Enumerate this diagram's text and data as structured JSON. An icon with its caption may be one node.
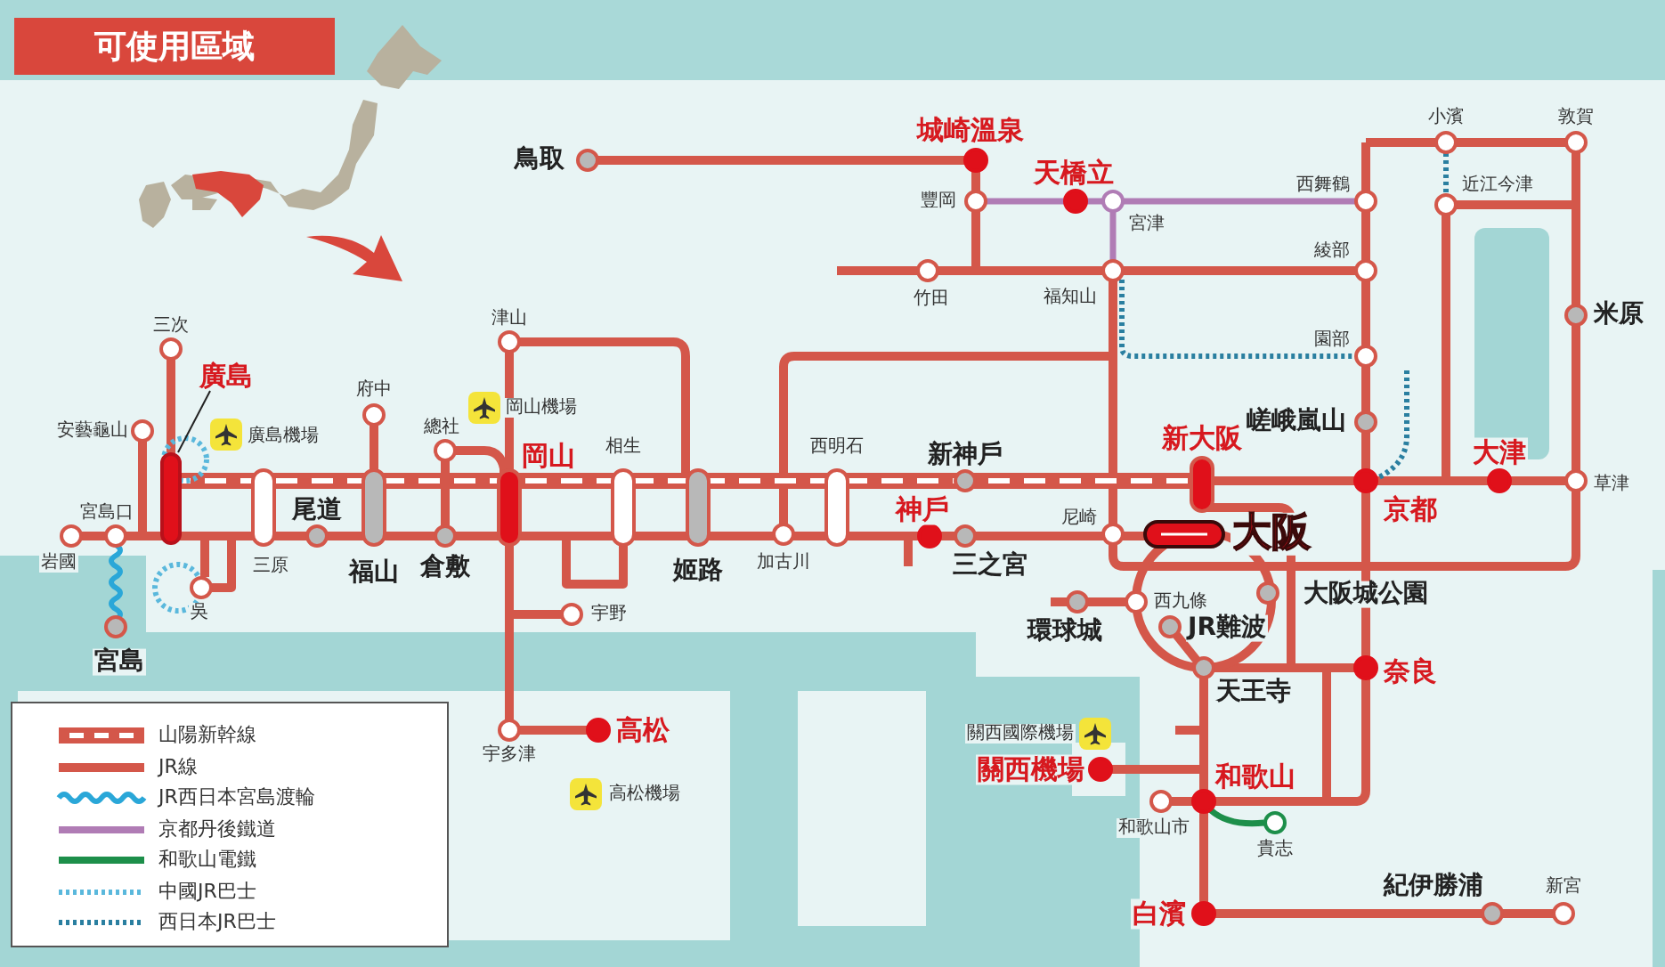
{
  "diagram": {
    "title": "可使用區域",
    "nodes": [
      {
        "text": [
          "廣島"
        ]
      },
      {
        "text": [],
        "shape": "bar"
      }
    ],
    "edges": [
      {
        "from": 0,
        "to": 1,
        "arrow": "none"
      }
    ],
    "labels": [
      "鳥取",
      "城崎溫泉",
      "豐岡",
      "天橋立",
      "宮津",
      "竹田",
      "福知山",
      "小濱",
      "敦賀",
      "西舞鶴",
      "近江今津",
      "綾部",
      "三次",
      "津山",
      "園部",
      "米原",
      "安藝龜山",
      "廣島機場",
      "府中",
      "總社",
      "岡山機場",
      "嵯峨嵐山",
      "岡山",
      "相生",
      "西明石",
      "新神戶",
      "新大阪",
      "大津",
      "宮島口",
      "尾道",
      "神戶",
      "尼崎",
      "大阪",
      "京都",
      "草津",
      "岩國",
      "三原",
      "福山",
      "倉敷",
      "姬路",
      "加古川",
      "三之宮",
      "吳",
      "宇野",
      "環球城",
      "西九條",
      "JR難波",
      "大阪城公園",
      "宮島",
      "天王寺",
      "奈良",
      "宇多津",
      "高松",
      "關西國際機場",
      "關西機場",
      "和歌山",
      "高松機場",
      "和歌山市",
      "貴志",
      "紀伊勝浦",
      "新宮",
      "白濱"
    ],
    "legend": [
      {
        "text": "山陽新幹線"
      },
      {
        "text": "JR線"
      },
      {
        "text": "JR西日本宮島渡輪"
      },
      {
        "text": "京都丹後鐵道"
      },
      {
        "text": "和歌山電鐵"
      },
      {
        "text": "中國JR巴士"
      },
      {
        "text": "西日本JR巴士"
      }
    ]
  }
}
